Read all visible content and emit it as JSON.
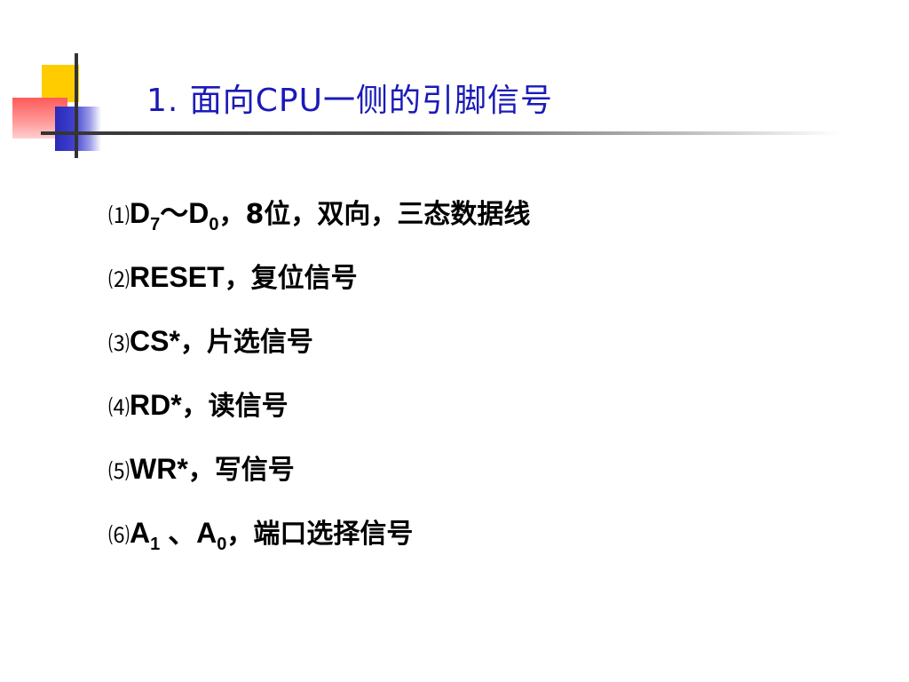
{
  "slide": {
    "title": "1. 面向CPU一侧的引脚信号",
    "accent_colors": {
      "title_blue": "#1a1ab8",
      "logo_yellow": "#FFCC00",
      "logo_red": "#ff5a5a",
      "logo_blue": "#2a2ab8"
    }
  },
  "items": [
    {
      "num": "⑴",
      "pre": "D",
      "sub1": "7",
      "mid": "～D",
      "sub2": "0",
      "desc": "，8位，双向，三态数据线"
    },
    {
      "num": "⑵",
      "pre": "RESET",
      "desc": "，复位信号"
    },
    {
      "num": "⑶",
      "pre": "CS*",
      "desc": "，片选信号"
    },
    {
      "num": "⑷",
      "pre": "RD*",
      "desc": "，读信号"
    },
    {
      "num": "⑸",
      "pre": "WR*",
      "desc": "，写信号"
    },
    {
      "num": "⑹",
      "pre": "A",
      "sub1": "1",
      "mid": " 、A",
      "sub2": "0",
      "desc": "，端口选择信号"
    }
  ]
}
